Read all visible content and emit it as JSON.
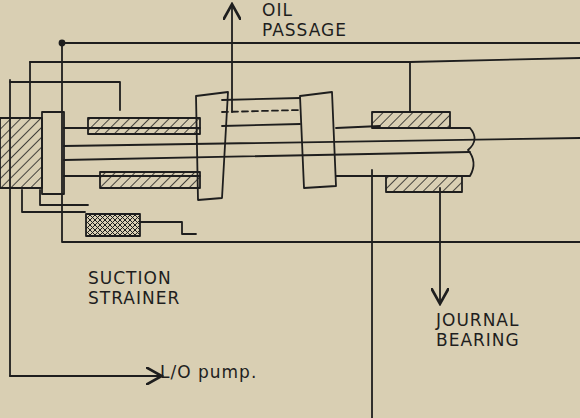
{
  "diagram": {
    "labels": [
      "OIL PASSAGE",
      "SUCTION STRAINER",
      "JOURNAL BEARING",
      "L/O pump."
    ]
  }
}
